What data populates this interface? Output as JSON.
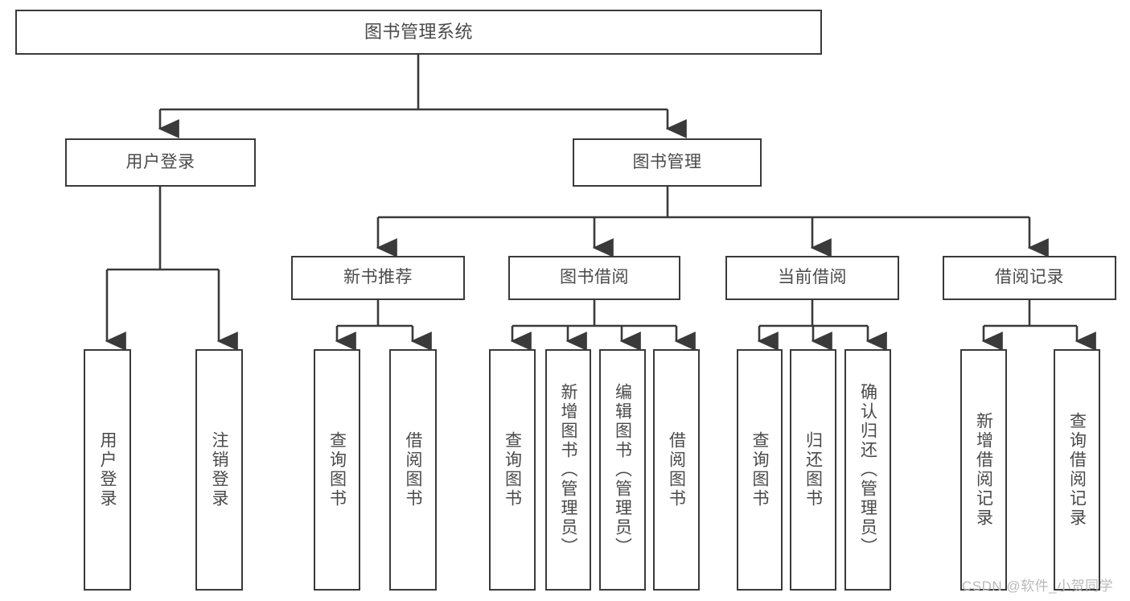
{
  "diagram": {
    "title": "图书管理系统",
    "type": "hierarchy-tree",
    "levels": 4,
    "colors": {
      "box_stroke": "#3a3a3a",
      "box_fill": "#ffffff",
      "text": "#4a4a4a",
      "line": "#3a3a3a",
      "watermark": "#b9b9b9",
      "background": "#ffffff"
    }
  },
  "nodes": {
    "root": {
      "label": "图书管理系统",
      "level": 1
    },
    "level2": [
      {
        "id": "user-login",
        "label": "用户登录"
      },
      {
        "id": "book-management",
        "label": "图书管理"
      }
    ],
    "level3": [
      {
        "id": "new-book-recommend",
        "label": "新书推荐",
        "parent": "book-management"
      },
      {
        "id": "book-borrow",
        "label": "图书借阅",
        "parent": "book-management"
      },
      {
        "id": "current-borrow",
        "label": "当前借阅",
        "parent": "book-management"
      },
      {
        "id": "borrow-record",
        "label": "借阅记录",
        "parent": "book-management"
      }
    ],
    "leaves": [
      {
        "id": "leaf-user-login",
        "label": "用户登录",
        "parent": "user-login"
      },
      {
        "id": "leaf-logout-login",
        "label": "注销登录",
        "parent": "user-login"
      },
      {
        "id": "leaf-query-book-1",
        "label": "查询图书",
        "parent": "new-book-recommend"
      },
      {
        "id": "leaf-borrow-book-1",
        "label": "借阅图书",
        "parent": "new-book-recommend"
      },
      {
        "id": "leaf-query-book-2",
        "label": "查询图书",
        "parent": "book-borrow"
      },
      {
        "id": "leaf-add-book-admin",
        "label": "新增图书（管理员）",
        "parent": "book-borrow"
      },
      {
        "id": "leaf-edit-book-admin",
        "label": "编辑图书（管理员）",
        "parent": "book-borrow"
      },
      {
        "id": "leaf-borrow-book-2",
        "label": "借阅图书",
        "parent": "book-borrow"
      },
      {
        "id": "leaf-query-book-3",
        "label": "查询图书",
        "parent": "current-borrow"
      },
      {
        "id": "leaf-return-book",
        "label": "归还图书",
        "parent": "current-borrow"
      },
      {
        "id": "leaf-confirm-return-admin",
        "label": "确认归还（管理员）",
        "parent": "current-borrow"
      },
      {
        "id": "leaf-add-borrow-record",
        "label": "新增借阅记录",
        "parent": "borrow-record"
      },
      {
        "id": "leaf-query-borrow-record",
        "label": "查询借阅记录",
        "parent": "borrow-record"
      }
    ]
  },
  "watermark": {
    "text": "CSDN @软件_小贺同学"
  }
}
